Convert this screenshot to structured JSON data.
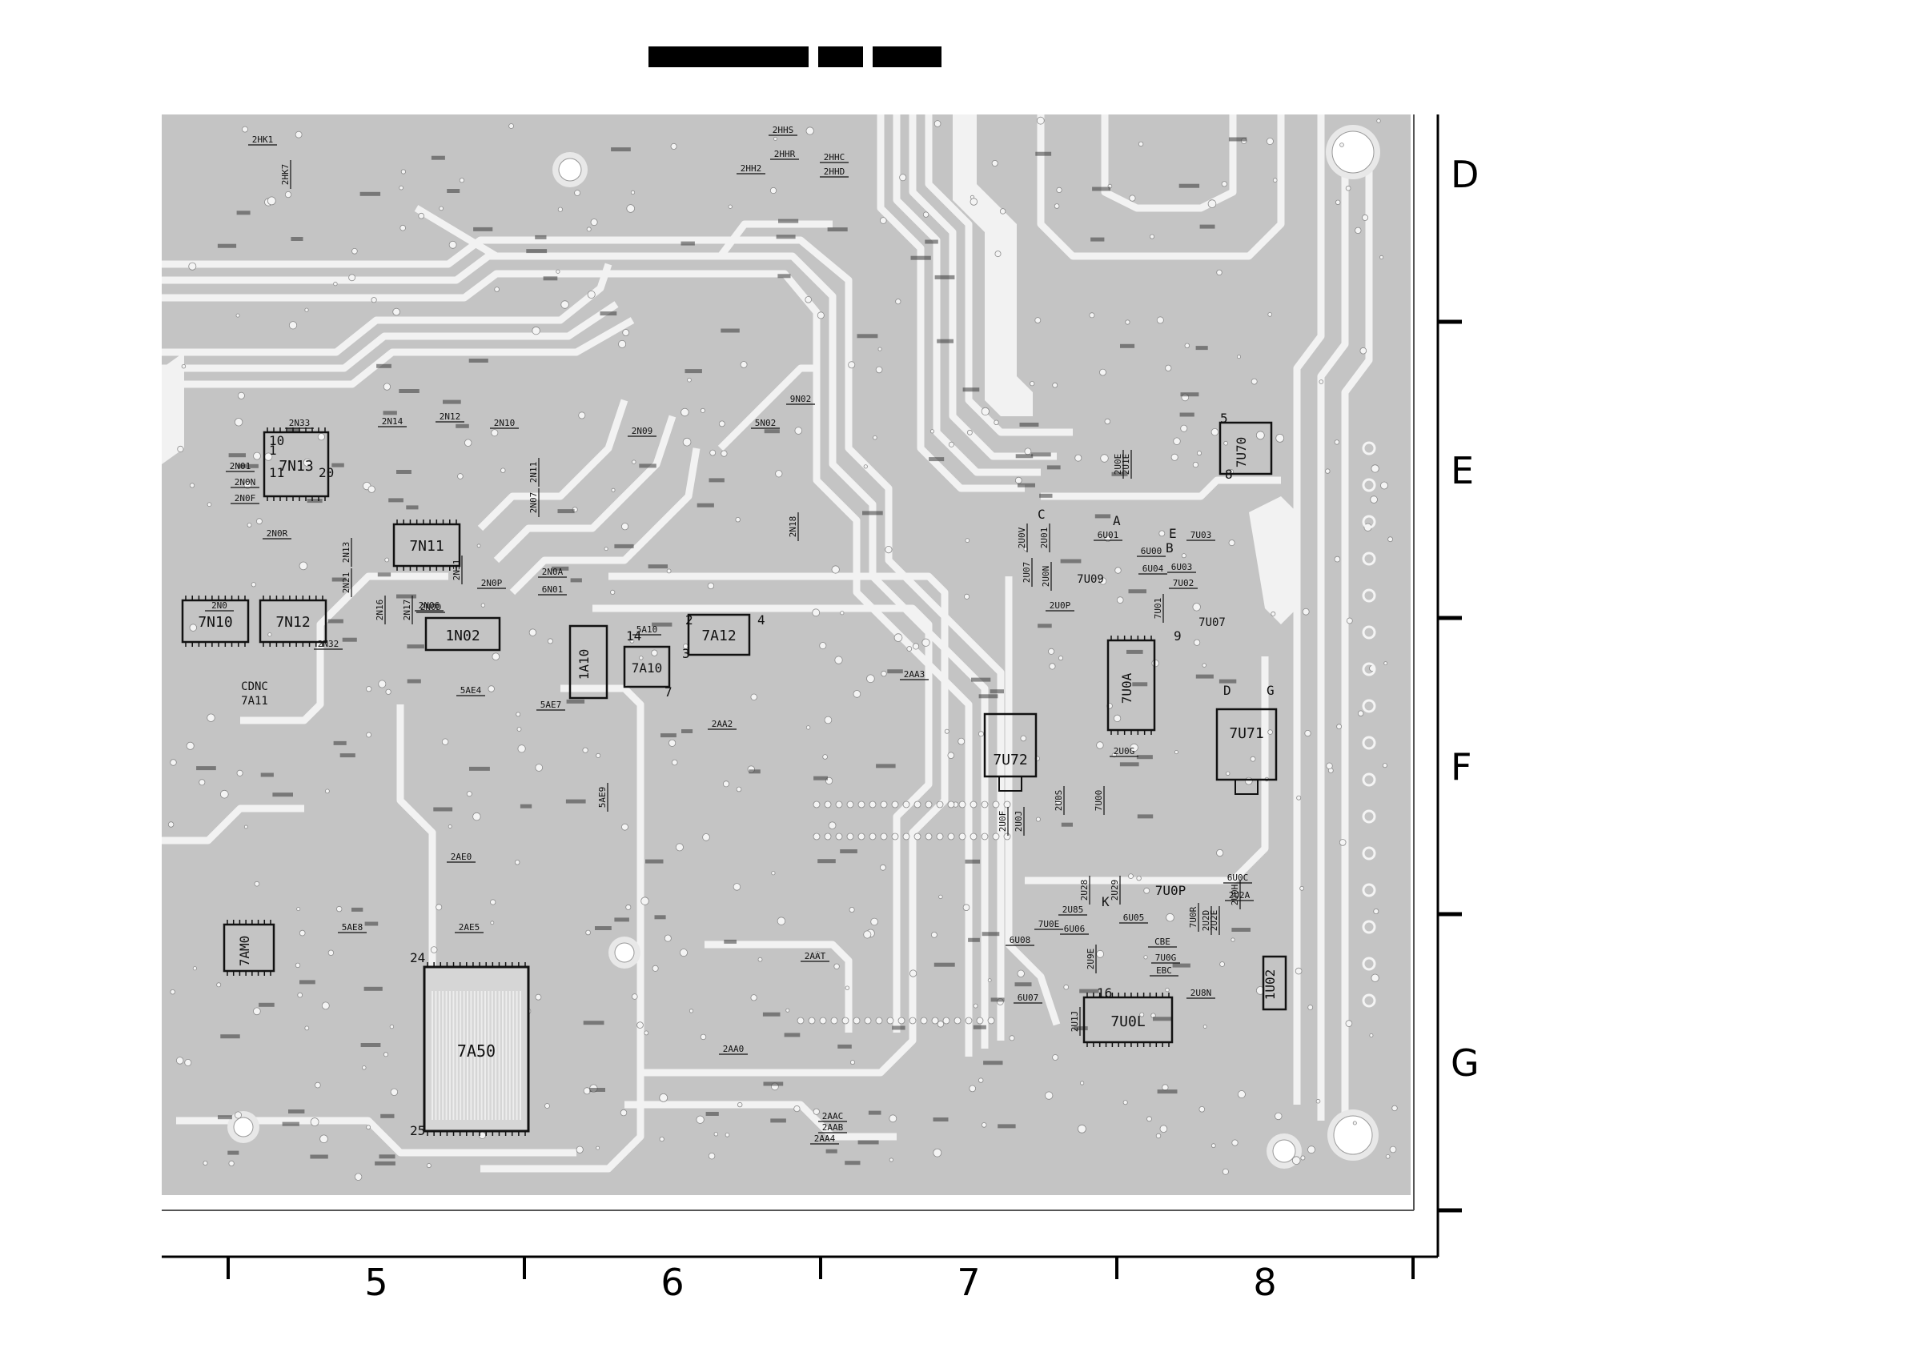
{
  "grid": {
    "row_labels": [
      "D",
      "E",
      "F",
      "G"
    ],
    "column_labels": [
      "5",
      "6",
      "7",
      "8"
    ]
  },
  "board": {
    "fill_color": "#c4c4c4",
    "trace_color": "#f2f2f2",
    "ink_color": "#111111"
  },
  "title_bar": {
    "fill_color": "#000000",
    "segments": 3
  },
  "components": [
    {
      "ref": "7N13",
      "size": "big"
    },
    {
      "ref": "7N11",
      "size": "big"
    },
    {
      "ref": "7N10",
      "size": "big"
    },
    {
      "ref": "7N12",
      "size": "big"
    },
    {
      "ref": "1N02",
      "size": "big"
    },
    {
      "ref": "1A10",
      "size": "big"
    },
    {
      "ref": "7A10",
      "size": "big"
    },
    {
      "ref": "7A12",
      "size": "big"
    },
    {
      "ref": "7A11",
      "size": "mid"
    },
    {
      "ref": "CDNC",
      "size": "mid"
    },
    {
      "ref": "7AM0",
      "size": "big"
    },
    {
      "ref": "7A50",
      "size": "big"
    },
    {
      "ref": "7U72",
      "size": "big"
    },
    {
      "ref": "7U0A",
      "size": "big"
    },
    {
      "ref": "7U70",
      "size": "big"
    },
    {
      "ref": "7U71",
      "size": "big"
    },
    {
      "ref": "7U0L",
      "size": "big"
    },
    {
      "ref": "1U02",
      "size": "big"
    },
    {
      "ref": "7U0P",
      "size": "mid"
    },
    {
      "ref": "7U07",
      "size": "mid"
    },
    {
      "ref": "7U09",
      "size": "mid"
    },
    {
      "ref": "2N33",
      "size": "small"
    },
    {
      "ref": "2N14",
      "size": "small"
    },
    {
      "ref": "2N12",
      "size": "small"
    },
    {
      "ref": "2N10",
      "size": "small"
    },
    {
      "ref": "2N09",
      "size": "small"
    },
    {
      "ref": "5N02",
      "size": "small"
    },
    {
      "ref": "9N02",
      "size": "small"
    },
    {
      "ref": "2N18",
      "size": "small"
    },
    {
      "ref": "2N01",
      "size": "small"
    },
    {
      "ref": "2N0R",
      "size": "small"
    },
    {
      "ref": "2N32",
      "size": "small"
    },
    {
      "ref": "2N0P",
      "size": "small"
    },
    {
      "ref": "2N0A",
      "size": "small"
    },
    {
      "ref": "6N01",
      "size": "small"
    },
    {
      "ref": "2N06",
      "size": "small"
    },
    {
      "ref": "5A10",
      "size": "small"
    },
    {
      "ref": "2AA3",
      "size": "small"
    },
    {
      "ref": "2AA2",
      "size": "small"
    },
    {
      "ref": "5AE4",
      "size": "small"
    },
    {
      "ref": "5AE7",
      "size": "small"
    },
    {
      "ref": "5AE9",
      "size": "small"
    },
    {
      "ref": "5AE8",
      "size": "small"
    },
    {
      "ref": "2AE5",
      "size": "small"
    },
    {
      "ref": "2AE0",
      "size": "small"
    },
    {
      "ref": "2AAT",
      "size": "small"
    },
    {
      "ref": "2AA0",
      "size": "small"
    },
    {
      "ref": "2AAB",
      "size": "small"
    },
    {
      "ref": "2AAC",
      "size": "small"
    },
    {
      "ref": "2AA4",
      "size": "small"
    },
    {
      "ref": "2HH2",
      "size": "small"
    },
    {
      "ref": "2HHR",
      "size": "small"
    },
    {
      "ref": "2HHC",
      "size": "small"
    },
    {
      "ref": "2HHD",
      "size": "small"
    },
    {
      "ref": "2HHS",
      "size": "small"
    },
    {
      "ref": "2HK1",
      "size": "small"
    },
    {
      "ref": "2HK7",
      "size": "small"
    },
    {
      "ref": "2U0V",
      "size": "small"
    },
    {
      "ref": "2U07",
      "size": "small"
    },
    {
      "ref": "2U01",
      "size": "small"
    },
    {
      "ref": "2U0N",
      "size": "small"
    },
    {
      "ref": "6U01",
      "size": "small"
    },
    {
      "ref": "6U00",
      "size": "small"
    },
    {
      "ref": "6U03",
      "size": "small"
    },
    {
      "ref": "6U04",
      "size": "small"
    },
    {
      "ref": "7U03",
      "size": "small"
    },
    {
      "ref": "7U02",
      "size": "small"
    },
    {
      "ref": "2U0P",
      "size": "small"
    },
    {
      "ref": "2U0G",
      "size": "small"
    },
    {
      "ref": "2U8N",
      "size": "small"
    },
    {
      "ref": "2U2A",
      "size": "small"
    },
    {
      "ref": "6U0C",
      "size": "small"
    },
    {
      "ref": "6U05",
      "size": "small"
    },
    {
      "ref": "6U06",
      "size": "small"
    },
    {
      "ref": "6U08",
      "size": "small"
    },
    {
      "ref": "6U07",
      "size": "small"
    },
    {
      "ref": "7U0E",
      "size": "small"
    },
    {
      "ref": "7U0R",
      "size": "small"
    },
    {
      "ref": "7U0G",
      "size": "small"
    },
    {
      "ref": "2U85",
      "size": "small"
    },
    {
      "ref": "2U29",
      "size": "small"
    },
    {
      "ref": "2U28",
      "size": "small"
    },
    {
      "ref": "2U0F",
      "size": "small"
    },
    {
      "ref": "2U0J",
      "size": "small"
    },
    {
      "ref": "2U1J",
      "size": "small"
    },
    {
      "ref": "2U0H",
      "size": "small"
    },
    {
      "ref": "2U0S",
      "size": "small"
    },
    {
      "ref": "2U9E",
      "size": "small"
    },
    {
      "ref": "2U0E",
      "size": "small"
    },
    {
      "ref": "2U1E",
      "size": "small"
    },
    {
      "ref": "7U00",
      "size": "small"
    },
    {
      "ref": "7U01",
      "size": "small"
    },
    {
      "ref": "2U2D",
      "size": "small"
    },
    {
      "ref": "2U2E",
      "size": "small"
    },
    {
      "ref": "EBC",
      "size": "small"
    },
    {
      "ref": "CBE",
      "size": "small"
    },
    {
      "ref": "2N0",
      "size": "small"
    },
    {
      "ref": "2N11",
      "size": "small"
    },
    {
      "ref": "2N07",
      "size": "small"
    },
    {
      "ref": "2N16",
      "size": "small"
    },
    {
      "ref": "2N17",
      "size": "small"
    },
    {
      "ref": "2N0D",
      "size": "small"
    },
    {
      "ref": "2N31",
      "size": "small"
    },
    {
      "ref": "2N21",
      "size": "small"
    },
    {
      "ref": "2N13",
      "size": "small"
    },
    {
      "ref": "2N0N",
      "size": "small"
    },
    {
      "ref": "2N0F",
      "size": "small"
    }
  ],
  "pin_markers": [
    {
      "text": "10"
    },
    {
      "text": "1"
    },
    {
      "text": "11"
    },
    {
      "text": "20"
    },
    {
      "text": "2"
    },
    {
      "text": "3"
    },
    {
      "text": "4"
    },
    {
      "text": "5"
    },
    {
      "text": "7"
    },
    {
      "text": "8"
    },
    {
      "text": "9"
    },
    {
      "text": "14"
    },
    {
      "text": "16"
    },
    {
      "text": "24"
    },
    {
      "text": "25"
    },
    {
      "text": "D"
    },
    {
      "text": "G"
    },
    {
      "text": "C"
    },
    {
      "text": "K"
    },
    {
      "text": "A"
    },
    {
      "text": "B"
    },
    {
      "text": "E"
    }
  ]
}
